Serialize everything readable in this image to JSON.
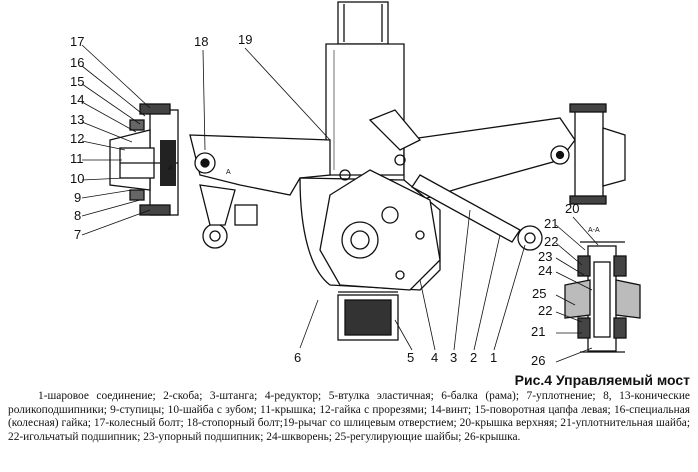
{
  "figure": {
    "title": "Рис.4 Управляемый мост",
    "legend": "1-шаровое соединение; 2-скоба; 3-штанга; 4-редуктор; 5-втулка эластичная; 6-балка (рама); 7-уплотнение; 8, 13-конические роликоподшипники; 9-ступицы; 10-шайба с зубом; 11-крышка; 12-гайка с прорезями; 14-винт; 15-поворотная цапфа левая; 16-специальная (колесная) гайка; 17-колесный болт; 18-стопорный болт;19-рычаг со шлицевым отверстием; 20-крышка верхняя; 21-уплотнительная шайба; 22-игольчатый подшипник; 23-упорный подшипник; 24-шкворень; 25-регулирующие шайбы; 26-крышка.",
    "section_label": "А-А",
    "mark_a": "А"
  },
  "callouts": {
    "left": [
      "17",
      "16",
      "15",
      "14",
      "13",
      "12",
      "11",
      "10",
      "9",
      "8",
      "7"
    ],
    "top": [
      "18",
      "19"
    ],
    "bottom": [
      "6",
      "5",
      "4",
      "3",
      "2",
      "1"
    ],
    "section": [
      "20",
      "21",
      "22",
      "23",
      "24",
      "25",
      "22",
      "21",
      "26"
    ]
  }
}
